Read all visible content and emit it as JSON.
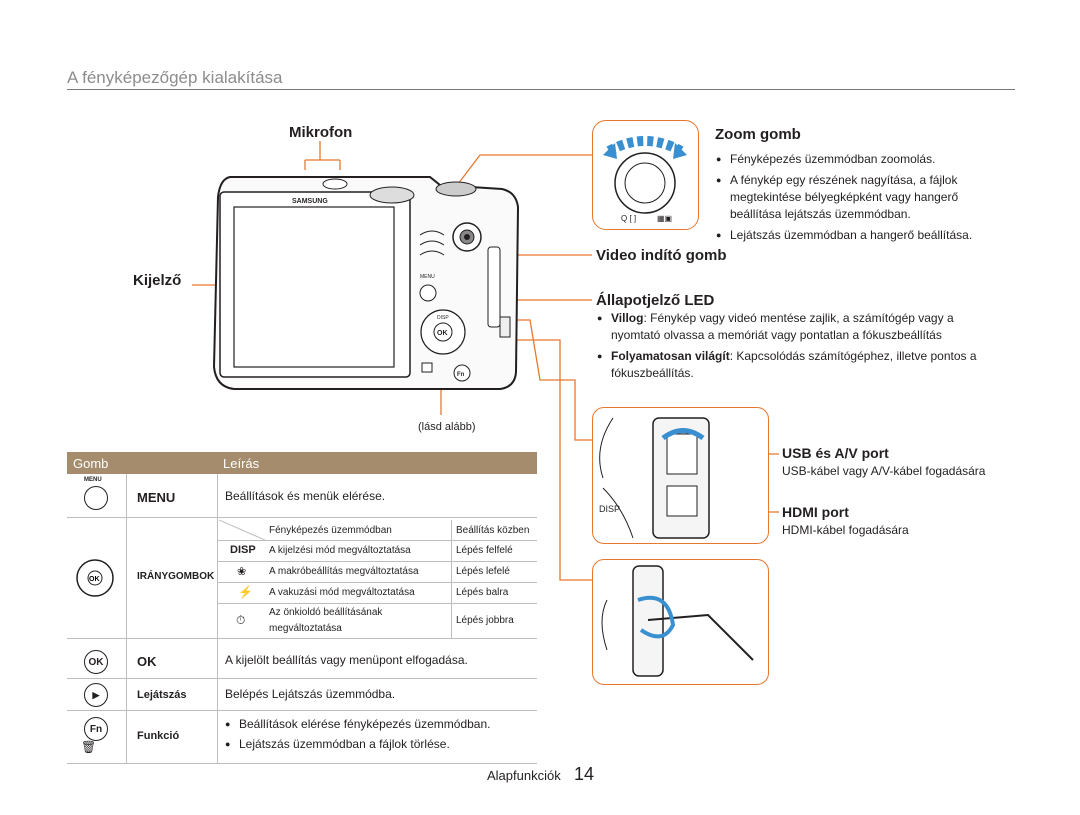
{
  "header": {
    "title": "A fényképezőgép kialakítása"
  },
  "labels": {
    "mikrofon": "Mikrofon",
    "kijelzo": "Kijelző",
    "lasd_alabb": "(lásd alább)",
    "zoom": "Zoom gomb",
    "video": "Video indító gomb",
    "allapot": "Állapotjelző LED",
    "usb": "USB és A/V port",
    "usb_desc": "USB-kábel vagy A/V-kábel fogadására",
    "hdmi": "HDMI port",
    "hdmi_desc": "HDMI-kábel fogadására"
  },
  "camera": {
    "brand": "SAMSUNG",
    "menu": "MENU",
    "disp": "DISP",
    "ok": "OK",
    "fn": "Fn"
  },
  "zoom_bullets": [
    "Fényképezés üzemmódban zoomolás.",
    "A fénykép egy részének nagyítása, a fájlok megtekintése bélyegképként vagy hangerő beállítása lejátszás üzemmódban.",
    "Lejátszás üzemmódban a hangerő beállítása."
  ],
  "led_bullets": [
    {
      "kw": "Villog",
      "text": ": Fénykép vagy videó mentése zajlik, a számítógép vagy a nyomtató olvassa a memóriát vagy pontatlan a fókuszbeállítás"
    },
    {
      "kw": "Folyamatosan világít",
      "text": ": Kapcsolódás számítógéphez, illetve pontos a fókuszbeállítás."
    }
  ],
  "table": {
    "col1": "Gomb",
    "col2": "Leírás",
    "menu": {
      "icon": "MENU",
      "name": "MENU",
      "desc": "Beállítások és menük elérése."
    },
    "iranygombok": {
      "name": "IRÁNYGOMBOK",
      "head_left": "Fényképezés üzemmódban",
      "head_right": "Beállítás közben",
      "rows": [
        {
          "icon": "DISP",
          "left": "A kijelzési mód megváltoztatása",
          "right": "Lépés felfelé"
        },
        {
          "icon": "macro-icon",
          "left": "A makróbeállítás megváltoztatása",
          "right": "Lépés lefelé"
        },
        {
          "icon": "flash-icon",
          "left": "A vakuzási mód megváltoztatása",
          "right": "Lépés balra"
        },
        {
          "icon": "timer-icon",
          "left": "Az önkioldó beállításának megváltoztatása",
          "right": "Lépés jobbra"
        }
      ]
    },
    "ok": {
      "icon": "OK",
      "name": "OK",
      "desc": "A kijelölt beállítás vagy menüpont elfogadása."
    },
    "lejatszas": {
      "name": "Lejátszás",
      "desc": "Belépés Lejátszás üzemmódba."
    },
    "funkcio": {
      "icon": "Fn",
      "name": "Funkció",
      "b1": "Beállítások elérése fényképezés üzemmódban.",
      "b2": "Lejátszás üzemmódban a fájlok törlése."
    }
  },
  "footer": {
    "section": "Alapfunkciók",
    "page": "14"
  },
  "colors": {
    "accent": "#e8772e",
    "table_header": "#a58c6d"
  }
}
